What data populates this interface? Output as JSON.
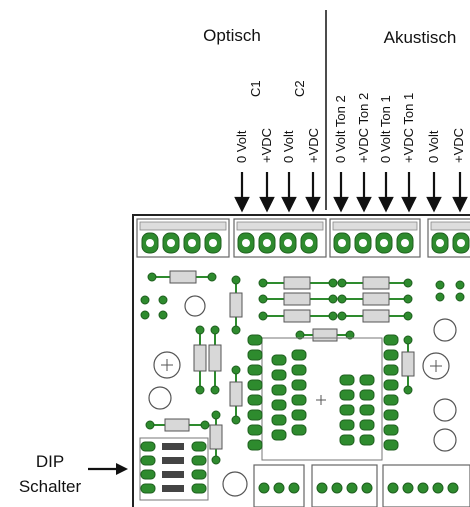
{
  "header": {
    "optical_title": "Optisch",
    "acoustic_title": "Akustisch"
  },
  "optical_terminals": [
    {
      "label": "0 Volt"
    },
    {
      "label": "+VDC"
    },
    {
      "label": "0 Volt"
    },
    {
      "label": "+VDC"
    }
  ],
  "optical_channels": [
    {
      "label": "C1"
    },
    {
      "label": "C2"
    }
  ],
  "acoustic_terminals": [
    {
      "label": "0 Volt Ton 2"
    },
    {
      "label": "+VDC Ton 2"
    },
    {
      "label": "0 Volt Ton 1"
    },
    {
      "label": "+VDC Ton 1"
    },
    {
      "label": "0 Volt"
    },
    {
      "label": "+VDC"
    }
  ],
  "dip_switch": {
    "line1": "DIP",
    "line2": "Schalter"
  },
  "colors": {
    "pad_green": "#2e8b2e",
    "pad_dark": "#1f5f1f",
    "board_border": "#222222",
    "component_gray": "#d8d8d8"
  }
}
